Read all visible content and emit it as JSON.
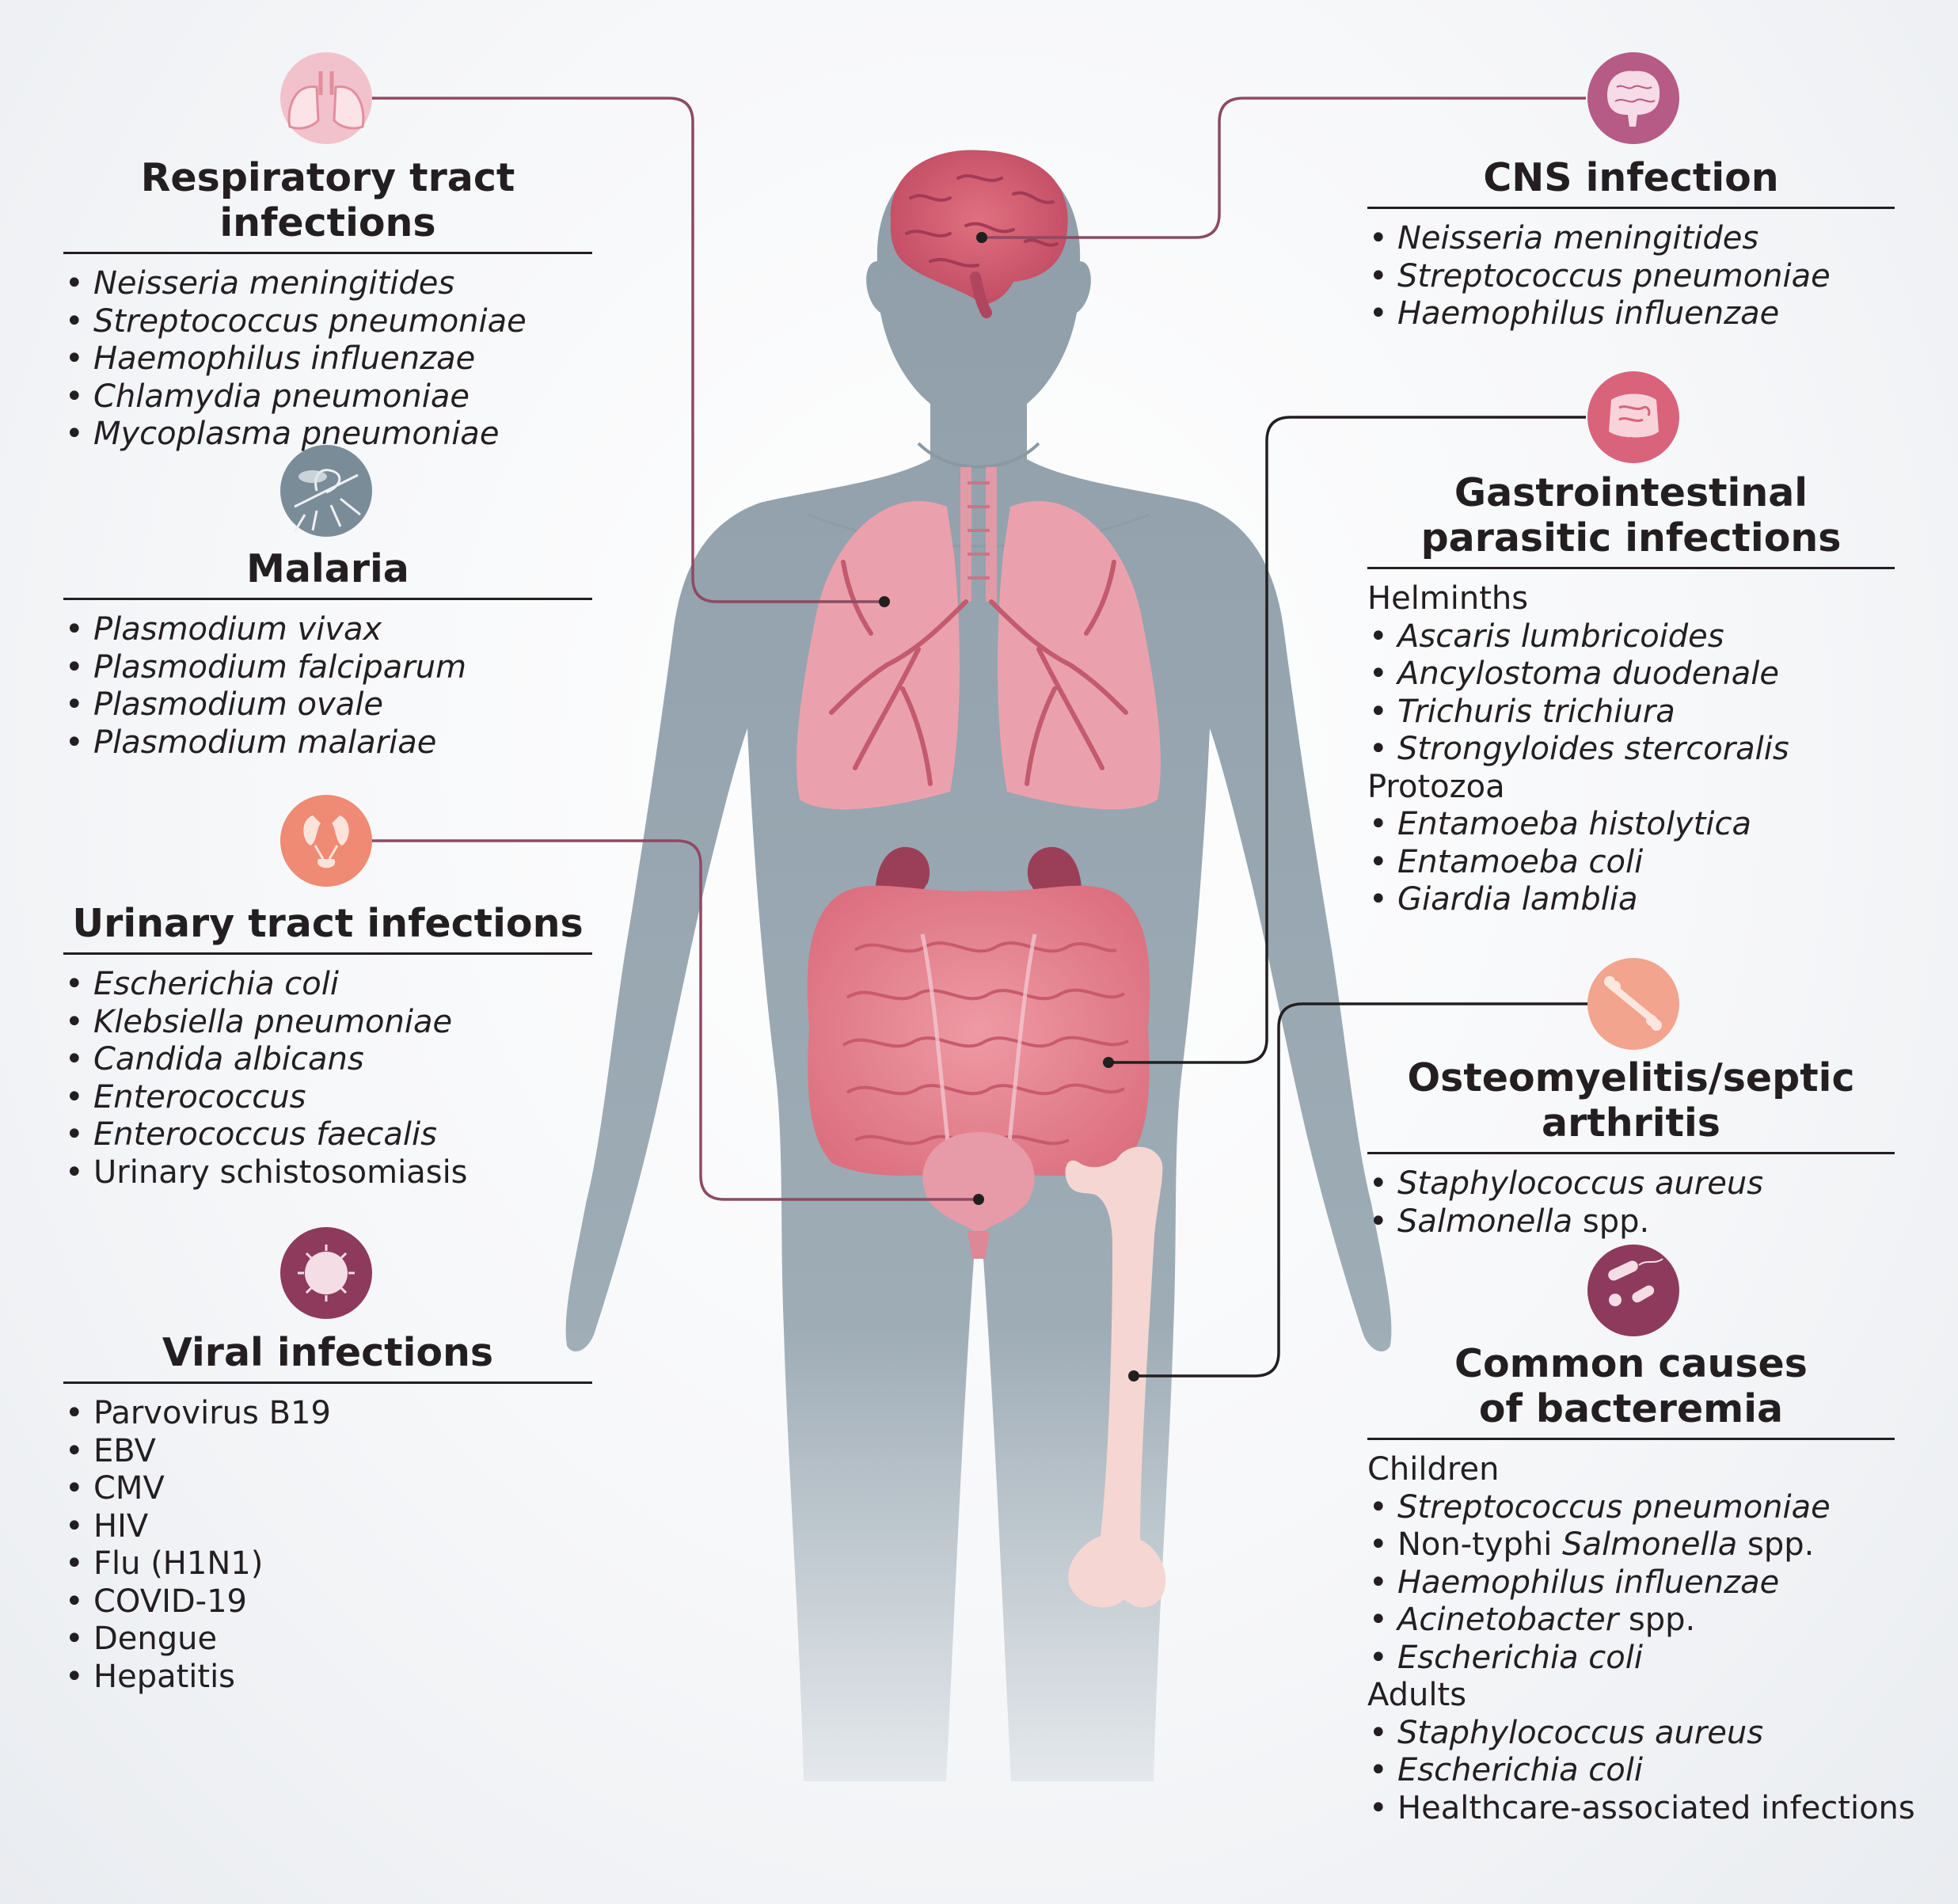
{
  "colors": {
    "body": "#9aa8b3",
    "organ": "#e99aa6",
    "organ_dark": "#c35a6e",
    "kidney": "#9b3f58",
    "bone": "#f6d6d2",
    "connector_left": "#8d4a63",
    "connector_dark": "#231f20",
    "text": "#231f20"
  },
  "panels": [
    {
      "id": "respiratory",
      "icon": "lungs-icon",
      "icon_color": "#f2c2cc",
      "title": "Respiratory tract infections",
      "items": [
        {
          "text": "Neisseria meningitides",
          "italic": true
        },
        {
          "text": "Streptococcus pneumoniae",
          "italic": true
        },
        {
          "text": "Haemophilus influenzae",
          "italic": true
        },
        {
          "text": "Chlamydia pneumoniae",
          "italic": true
        },
        {
          "text": "Mycoplasma pneumoniae",
          "italic": true
        }
      ]
    },
    {
      "id": "malaria",
      "icon": "mosquito-icon",
      "icon_color": "#7b8c99",
      "title": "Malaria",
      "items": [
        {
          "text": "Plasmodium vivax",
          "italic": true
        },
        {
          "text": "Plasmodium falciparum",
          "italic": true
        },
        {
          "text": "Plasmodium ovale",
          "italic": true
        },
        {
          "text": "Plasmodium malariae",
          "italic": true
        }
      ]
    },
    {
      "id": "urinary",
      "icon": "kidney-icon",
      "icon_color": "#ef8a74",
      "title": "Urinary tract infections",
      "items": [
        {
          "text": "Escherichia coli",
          "italic": true
        },
        {
          "text": "Klebsiella pneumoniae",
          "italic": true
        },
        {
          "text": "Candida albicans",
          "italic": true
        },
        {
          "text": "Enterococcus",
          "italic": true
        },
        {
          "text": "Enterococcus faecalis",
          "italic": true
        },
        {
          "text": "Urinary schistosomiasis",
          "italic": false
        }
      ]
    },
    {
      "id": "viral",
      "icon": "virus-icon",
      "icon_color": "#8e3a5c",
      "title": "Viral infections",
      "items": [
        {
          "text": "Parvovirus B19",
          "italic": false
        },
        {
          "text": "EBV",
          "italic": false
        },
        {
          "text": "CMV",
          "italic": false
        },
        {
          "text": "HIV",
          "italic": false
        },
        {
          "text": "Flu (H1N1)",
          "italic": false
        },
        {
          "text": "COVID-19",
          "italic": false
        },
        {
          "text": "Dengue",
          "italic": false
        },
        {
          "text": "Hepatitis",
          "italic": false
        }
      ]
    },
    {
      "id": "cns",
      "icon": "brain-icon",
      "icon_color": "#b65a86",
      "title": "CNS infection",
      "items": [
        {
          "text": "Neisseria meningitides",
          "italic": true
        },
        {
          "text": "Streptococcus pneumoniae",
          "italic": true
        },
        {
          "text": "Haemophilus influenzae",
          "italic": true
        }
      ]
    },
    {
      "id": "gastro",
      "icon": "intestine-icon",
      "icon_color": "#d9637a",
      "title_lines": [
        "Gastrointestinal",
        "parasitic infections"
      ],
      "groups": [
        {
          "label": "Helminths",
          "items": [
            {
              "text": "Ascaris lumbricoides",
              "italic": true
            },
            {
              "text": "Ancylostoma duodenale",
              "italic": true
            },
            {
              "text": "Trichuris trichiura",
              "italic": true
            },
            {
              "text": "Strongyloides stercoralis",
              "italic": true
            }
          ]
        },
        {
          "label": "Protozoa",
          "items": [
            {
              "text": "Entamoeba histolytica",
              "italic": true
            },
            {
              "text": "Entamoeba coli",
              "italic": true
            },
            {
              "text": "Giardia lamblia",
              "italic": true
            }
          ]
        }
      ]
    },
    {
      "id": "osteo",
      "icon": "bone-icon",
      "icon_color": "#f3a48e",
      "title": "Osteomyelitis/septic arthritis",
      "items": [
        {
          "text": "Staphylococcus aureus",
          "italic": true
        },
        {
          "parts": [
            {
              "text": "Salmonella",
              "italic": true
            },
            {
              "text": " spp.",
              "italic": false
            }
          ]
        }
      ]
    },
    {
      "id": "bacteremia",
      "icon": "bacteria-icon",
      "icon_color": "#8e3a5c",
      "title_lines": [
        "Common causes",
        "of bacteremia"
      ],
      "groups": [
        {
          "label": "Children",
          "items": [
            {
              "text": "Streptococcus pneumoniae",
              "italic": true
            },
            {
              "parts": [
                {
                  "text": "Non-typhi ",
                  "italic": false
                },
                {
                  "text": "Salmonella",
                  "italic": true
                },
                {
                  "text": " spp.",
                  "italic": false
                }
              ]
            },
            {
              "text": "Haemophilus influenzae",
              "italic": true
            },
            {
              "parts": [
                {
                  "text": "Acinetobacter",
                  "italic": true
                },
                {
                  "text": " spp.",
                  "italic": false
                }
              ]
            },
            {
              "text": "Escherichia coli",
              "italic": true
            }
          ]
        },
        {
          "label": "Adults",
          "items": [
            {
              "text": "Staphylococcus aureus",
              "italic": true
            },
            {
              "text": "Escherichia coli",
              "italic": true
            },
            {
              "text": "Healthcare-associated infections",
              "italic": false
            }
          ]
        }
      ]
    }
  ]
}
